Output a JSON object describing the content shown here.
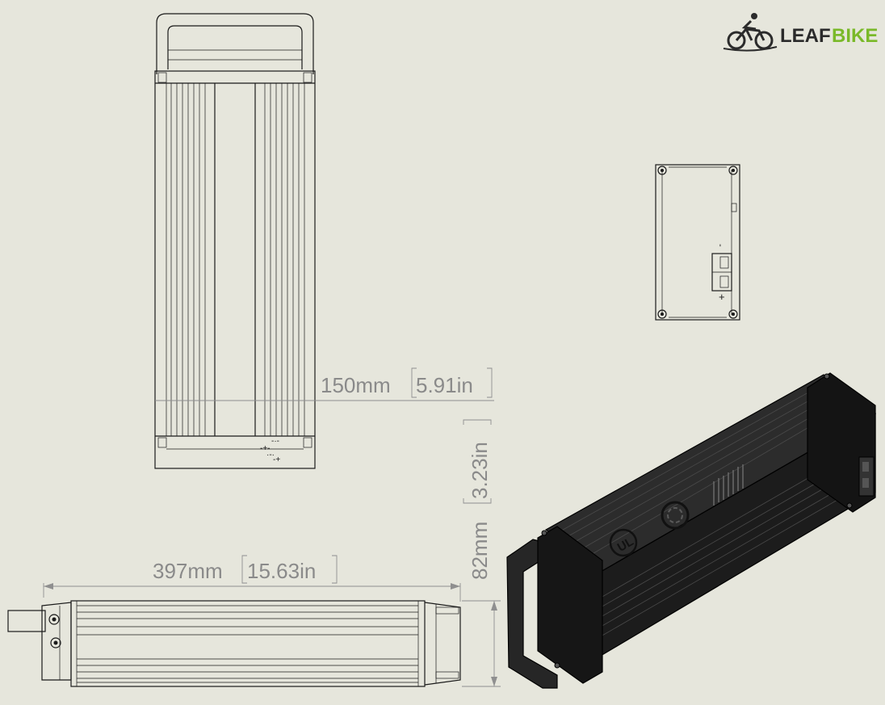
{
  "brand": {
    "name_part1": "LEAF",
    "name_part2": "BIKE",
    "color_dark": "#2b2b2b",
    "color_green": "#7ab929",
    "icon": "cyclist-icon"
  },
  "dimensions": {
    "width": {
      "value": "150mm",
      "alt": "5.91in"
    },
    "length": {
      "value": "397mm",
      "alt": "15.63in"
    },
    "height": {
      "value": "82mm",
      "alt": "3.23in"
    }
  },
  "terminals": {
    "negative": "-",
    "positive": "+"
  },
  "badge": {
    "ul_mark": "UL"
  },
  "colors": {
    "background": "#e6e6dc",
    "line": "#1a1a1a",
    "dimension": "#8a8a8a",
    "battery_body": "#242424"
  }
}
